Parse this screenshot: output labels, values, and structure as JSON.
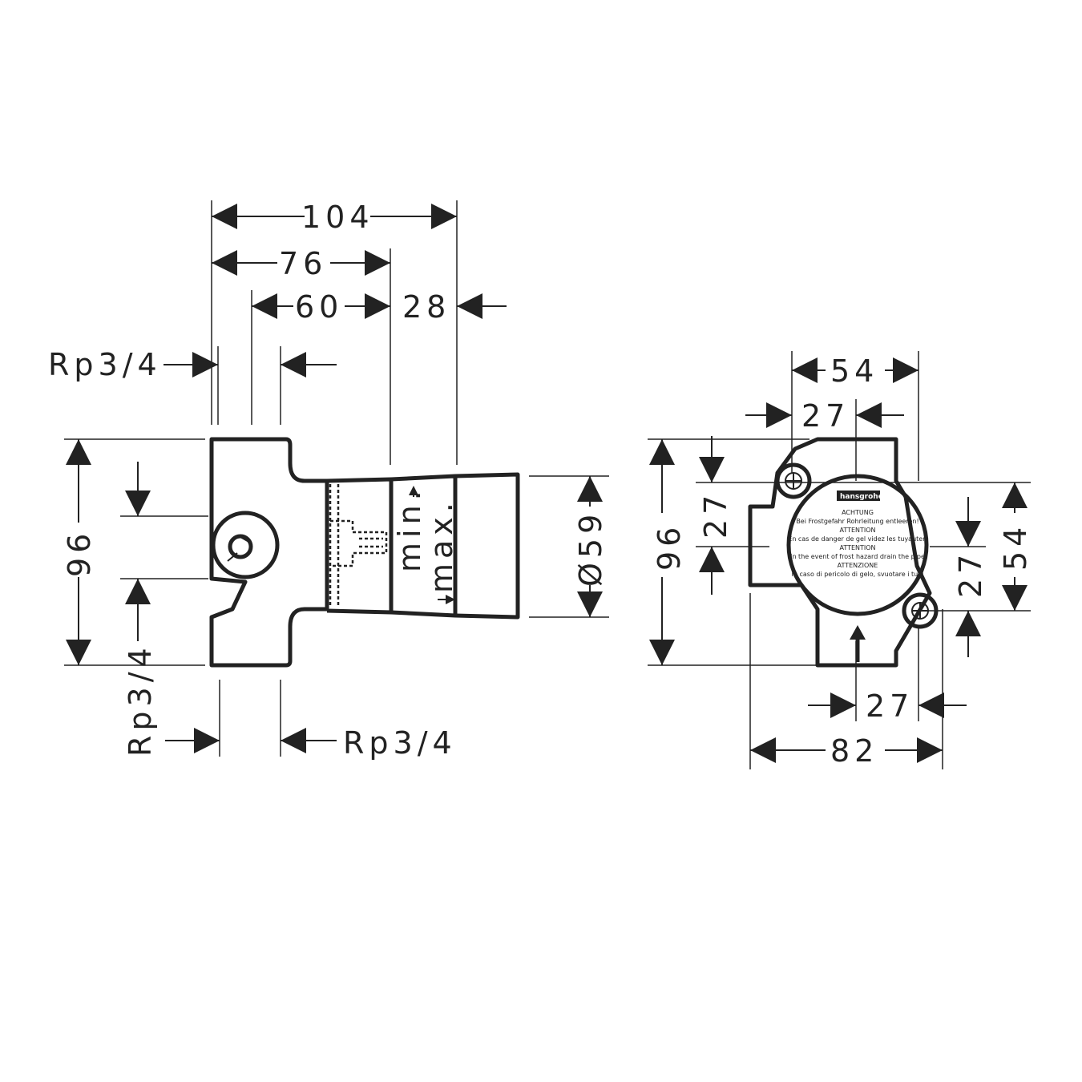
{
  "side_view": {
    "dim_104": "104",
    "dim_76": "76",
    "dim_60": "60",
    "dim_28": "28",
    "thread_top": "Rp3/4",
    "thread_left": "Rp3/4",
    "thread_bottom": "Rp3/4",
    "dim_96": "96",
    "dim_59": "Ø59",
    "min": "min.",
    "max": "max."
  },
  "front_view": {
    "dim_54_top": "54",
    "dim_27_top": "27",
    "dim_96": "96",
    "dim_27_left": "27",
    "dim_54_right": "54",
    "dim_27_right": "27",
    "dim_27_bottom": "27",
    "dim_82": "82",
    "label": {
      "brand": "hansgrohe",
      "lines": [
        "ACHTUNG",
        "Bei Frostgefahr Rohrleitung entleeren!",
        "ATTENTION",
        "En cas de danger de gel videz les tuyauteri",
        "ATTENTION",
        "In the event of frost hazard drain the pipe",
        "ATTENZIONE",
        "In caso di pericolo di gelo, svuotare i tubi"
      ]
    }
  }
}
